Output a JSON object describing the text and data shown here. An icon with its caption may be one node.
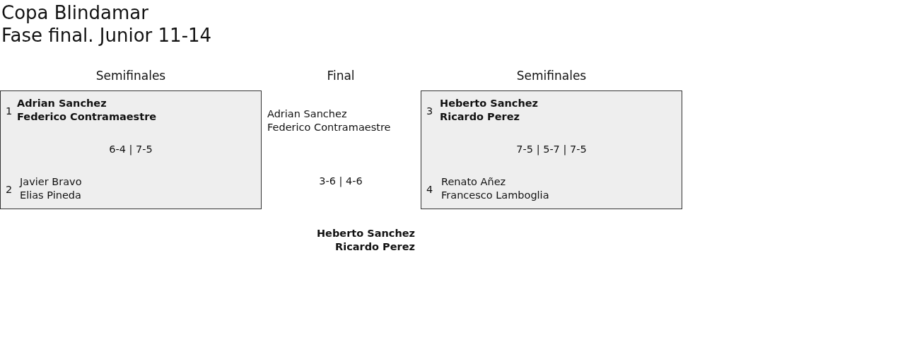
{
  "diagram": {
    "title": "Copa Blindamar",
    "nodes": [
      {
        "text": [
          "1",
          "Adrian Sanchez",
          "Federico Contramaestre",
          "6-4 | 7-5",
          "2",
          "Javier Bravo",
          "Elias Pineda"
        ]
      },
      {
        "text": [
          "3",
          "Heberto Sanchez",
          "Ricardo Perez",
          "7-5 | 5-7 | 7-5",
          "4",
          "Renato Añez",
          "Francesco Lamboglia"
        ]
      }
    ],
    "labels": [
      "Fase final. Junior 11-14",
      "Semifinales",
      "Final",
      "Semifinales",
      "Adrian Sanchez",
      "Federico Contramaestre",
      "3-6 | 4-6",
      "Heberto Sanchez",
      "Ricardo Perez"
    ]
  }
}
